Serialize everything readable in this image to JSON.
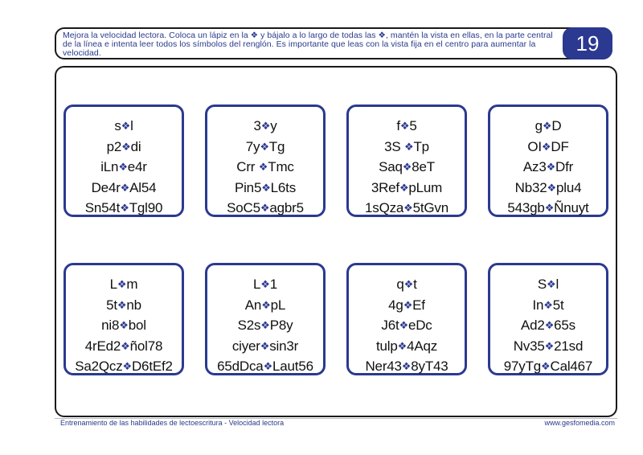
{
  "instructions": "Mejora la velocidad lectora. Coloca un lápiz en la ❖ y bájalo a lo largo de todas las ❖, mantén la vista en ellas, en la parte central de la línea e intenta leer todos los símbolos del renglón. Es importante que leas con la vista fija en el centro para aumentar la velocidad.",
  "page_number": "19",
  "marker_icon": "❖",
  "colors": {
    "accent": "#2b3990",
    "text": "#111111"
  },
  "cards": [
    {
      "lines": [
        [
          "s",
          "l"
        ],
        [
          "p2",
          "di"
        ],
        [
          "iLn",
          "e4r"
        ],
        [
          "De4r",
          "Al54"
        ],
        [
          "Sn54t",
          "Tgl90"
        ]
      ]
    },
    {
      "lines": [
        [
          "3",
          "y"
        ],
        [
          "7y",
          "Tg"
        ],
        [
          "Crr ",
          "Tmc"
        ],
        [
          "Pin5",
          "L6ts"
        ],
        [
          "SoC5",
          "agbr5"
        ]
      ]
    },
    {
      "lines": [
        [
          "f",
          "5"
        ],
        [
          "3S ",
          "Tp"
        ],
        [
          "Saq",
          "8eT"
        ],
        [
          "3Ref",
          "pLum"
        ],
        [
          "1sQza",
          "5tGvn"
        ]
      ]
    },
    {
      "lines": [
        [
          "g",
          "D"
        ],
        [
          "OI",
          "DF"
        ],
        [
          "Az3",
          "Dfr"
        ],
        [
          "Nb32",
          "plu4"
        ],
        [
          "543gb",
          "Ñnuyt"
        ]
      ]
    },
    {
      "lines": [
        [
          "L",
          "m"
        ],
        [
          "5t",
          "nb"
        ],
        [
          "ni8",
          "bol"
        ],
        [
          "4rEd2",
          "ñol78"
        ],
        [
          "Sa2Qcz",
          "D6tEf2"
        ]
      ]
    },
    {
      "lines": [
        [
          "L",
          "1"
        ],
        [
          "An",
          "pL"
        ],
        [
          "S2s",
          "P8y"
        ],
        [
          "ciyer",
          "sin3r"
        ],
        [
          "65dDca",
          "Laut56"
        ]
      ]
    },
    {
      "lines": [
        [
          "q",
          "t"
        ],
        [
          "4g",
          "Ef"
        ],
        [
          "J6t",
          "eDc"
        ],
        [
          "tulp",
          "4Aqz"
        ],
        [
          "Ner43",
          "8yT43"
        ]
      ]
    },
    {
      "lines": [
        [
          "S",
          "l"
        ],
        [
          "In",
          "5t"
        ],
        [
          "Ad2",
          "65s"
        ],
        [
          "Nv35",
          "21sd"
        ],
        [
          "97yTg",
          "Cal467"
        ]
      ]
    }
  ],
  "footer": {
    "left": "Entrenamiento de las habilidades de lectoescritura - Velocidad lectora",
    "right": "www.gesfomedia.com"
  }
}
